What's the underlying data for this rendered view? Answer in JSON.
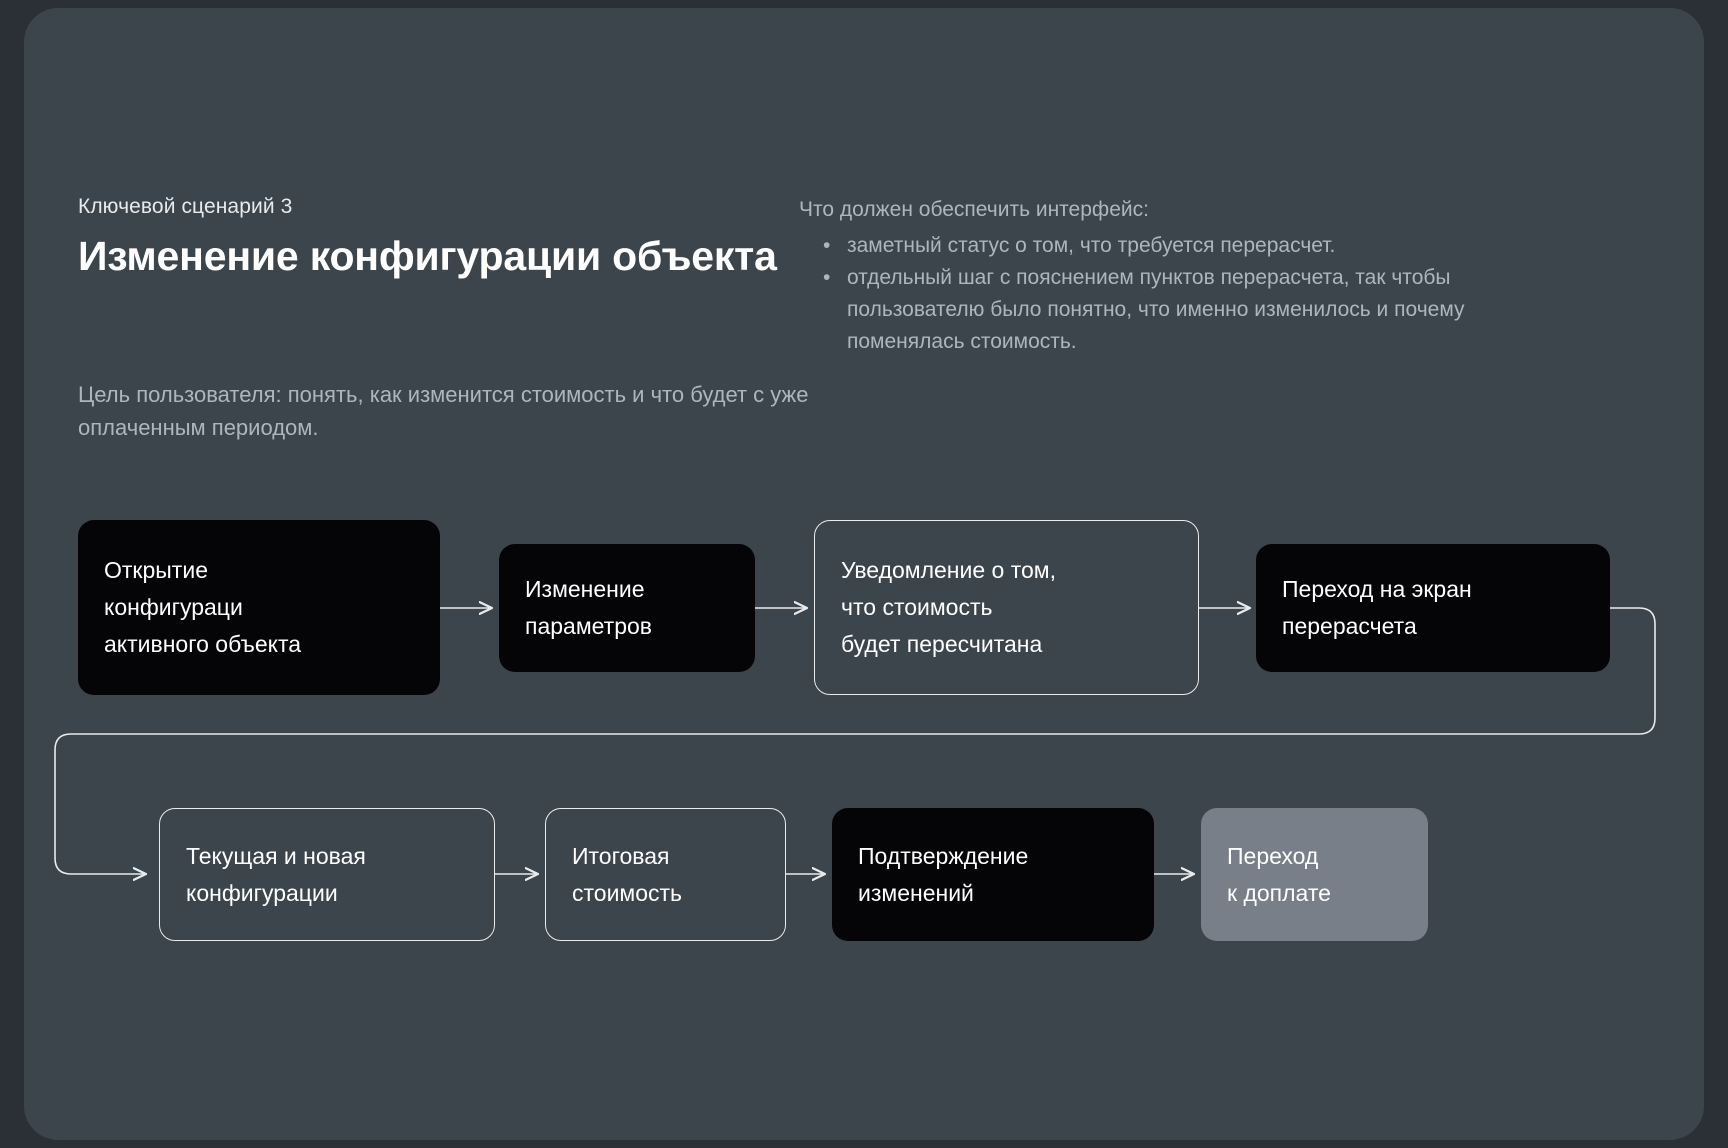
{
  "slide": {
    "background_color": "#3c444c",
    "page_background_color": "#2b3036"
  },
  "header": {
    "eyebrow": "Ключевой сценарий 3",
    "title": "Изменение конфигурации объекта",
    "goal": "Цель пользователя: понять, как изменится стоимость и что будет с уже оплаченным периодом.",
    "requirements_intro": "Что должен обеспечить интерфейс:",
    "requirements": [
      "заметный статус о том, что требуется перерасчет.",
      "отдельный шаг с пояснением пунктов перерасчета, так чтобы пользователю было понятно, что именно изменилось и почему поменялась стоимость."
    ],
    "bullet_glyph": "•"
  },
  "flow": {
    "nodes": [
      {
        "id": "n1",
        "label": "Открытие\nконфигураци\nактивного объекта",
        "style": "dark"
      },
      {
        "id": "n2",
        "label": "Изменение\nпараметров",
        "style": "dark"
      },
      {
        "id": "n3",
        "label": "Уведомление о том,\nчто стоимость\nбудет пересчитана",
        "style": "outline"
      },
      {
        "id": "n4",
        "label": "Переход на экран\nперерасчета",
        "style": "dark"
      },
      {
        "id": "n5",
        "label": "Текущая и новая\nконфигурации",
        "style": "outline"
      },
      {
        "id": "n6",
        "label": "Итоговая\nстоимость",
        "style": "outline"
      },
      {
        "id": "n7",
        "label": "Подтверждение\nизменений",
        "style": "dark"
      },
      {
        "id": "n8",
        "label": "Переход\nк доплате",
        "style": "grey"
      }
    ],
    "colors": {
      "dark_node": "#050507",
      "outline_node_border": "#e9ebed",
      "grey_node": "#787f88",
      "connector": "#e9ebed",
      "node_text": "#ffffff"
    }
  }
}
